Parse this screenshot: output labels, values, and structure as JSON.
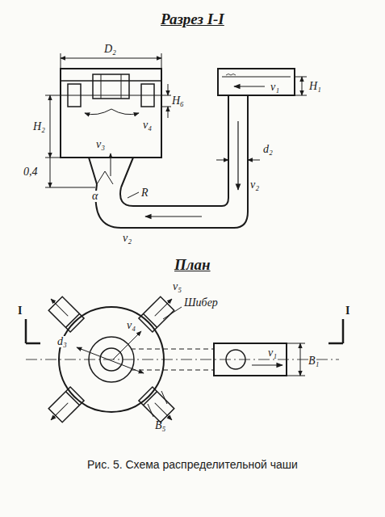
{
  "diagram": {
    "title": "Разрез I-I",
    "caption": "Рис. 5. Схема распределительной чаши",
    "labels": [
      "D₂",
      "H₂",
      "H₆",
      "v₄",
      "v₃",
      "0,4",
      "α",
      "R",
      "v₁",
      "H₁",
      "d₂",
      "v₂",
      "v₂",
      "План",
      "v₅",
      "Шибер",
      "v₄",
      "d₃",
      "v₁",
      "B₁",
      "B₅",
      "I",
      "I"
    ]
  }
}
